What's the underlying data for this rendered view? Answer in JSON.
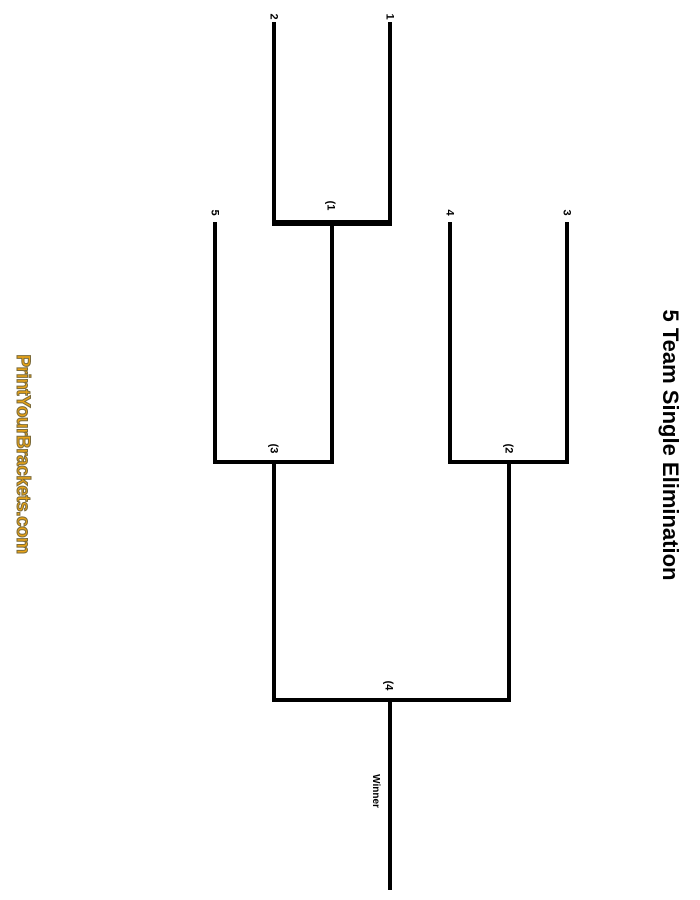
{
  "title": "5 Team Single Elimination",
  "brand": {
    "text": "PrintYourBrackets.com",
    "color": "#e8a317"
  },
  "teams": [
    {
      "seed": "1"
    },
    {
      "seed": "2"
    },
    {
      "seed": "3"
    },
    {
      "seed": "4"
    },
    {
      "seed": "5"
    }
  ],
  "matches": [
    {
      "label": "(1"
    },
    {
      "label": "(2"
    },
    {
      "label": "(3"
    },
    {
      "label": "(4"
    }
  ],
  "winner_label": "Winner",
  "line_color": "#000000"
}
